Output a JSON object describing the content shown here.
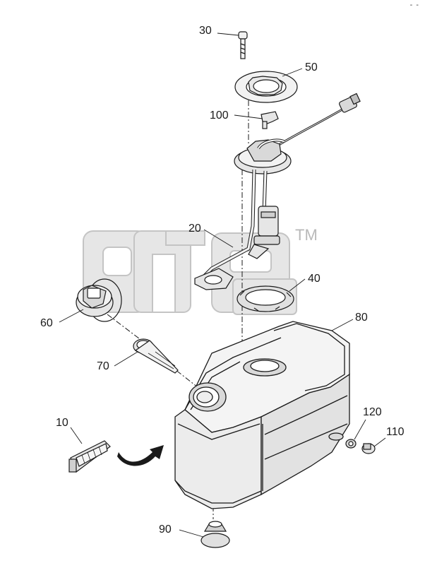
{
  "corner_mark": "- -",
  "watermark": {
    "brand": "alfa",
    "trademark": "TM"
  },
  "callouts": [
    {
      "id": "30",
      "label": "30"
    },
    {
      "id": "50",
      "label": "50"
    },
    {
      "id": "100",
      "label": "100"
    },
    {
      "id": "20",
      "label": "20"
    },
    {
      "id": "40",
      "label": "40"
    },
    {
      "id": "60",
      "label": "60"
    },
    {
      "id": "80",
      "label": "80"
    },
    {
      "id": "70",
      "label": "70"
    },
    {
      "id": "120",
      "label": "120"
    },
    {
      "id": "10",
      "label": "10"
    },
    {
      "id": "110",
      "label": "110"
    },
    {
      "id": "90",
      "label": "90"
    }
  ],
  "colors": {
    "line": "#1a1a1a",
    "fill_light": "#f2f2f2",
    "fill_mid": "#d9d9d9",
    "watermark": "#c4c4c4"
  }
}
